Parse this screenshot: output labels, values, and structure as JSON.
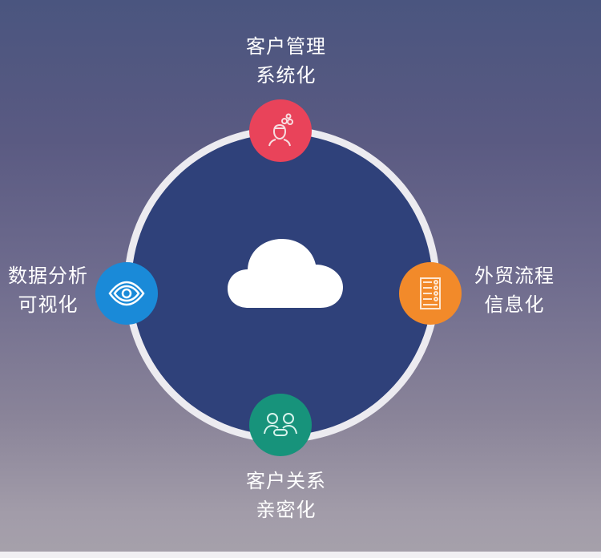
{
  "diagram": {
    "center": {
      "icon": "cloud-icon"
    },
    "colors": {
      "ring": "#ecebf0",
      "core": "#2f417a",
      "top": "#e9435a",
      "left": "#1a8ad8",
      "right": "#f28a2a",
      "bottom": "#17937b"
    },
    "nodes": {
      "top": {
        "line1": "客户管理",
        "line2": "系统化",
        "icon": "customer-management-icon"
      },
      "left": {
        "line1": "数据分析",
        "line2": "可视化",
        "icon": "eye-icon"
      },
      "right": {
        "line1": "外贸流程",
        "line2": "信息化",
        "icon": "document-list-icon"
      },
      "bottom": {
        "line1": "客户关系",
        "line2": "亲密化",
        "icon": "customer-relationship-icon"
      }
    }
  }
}
